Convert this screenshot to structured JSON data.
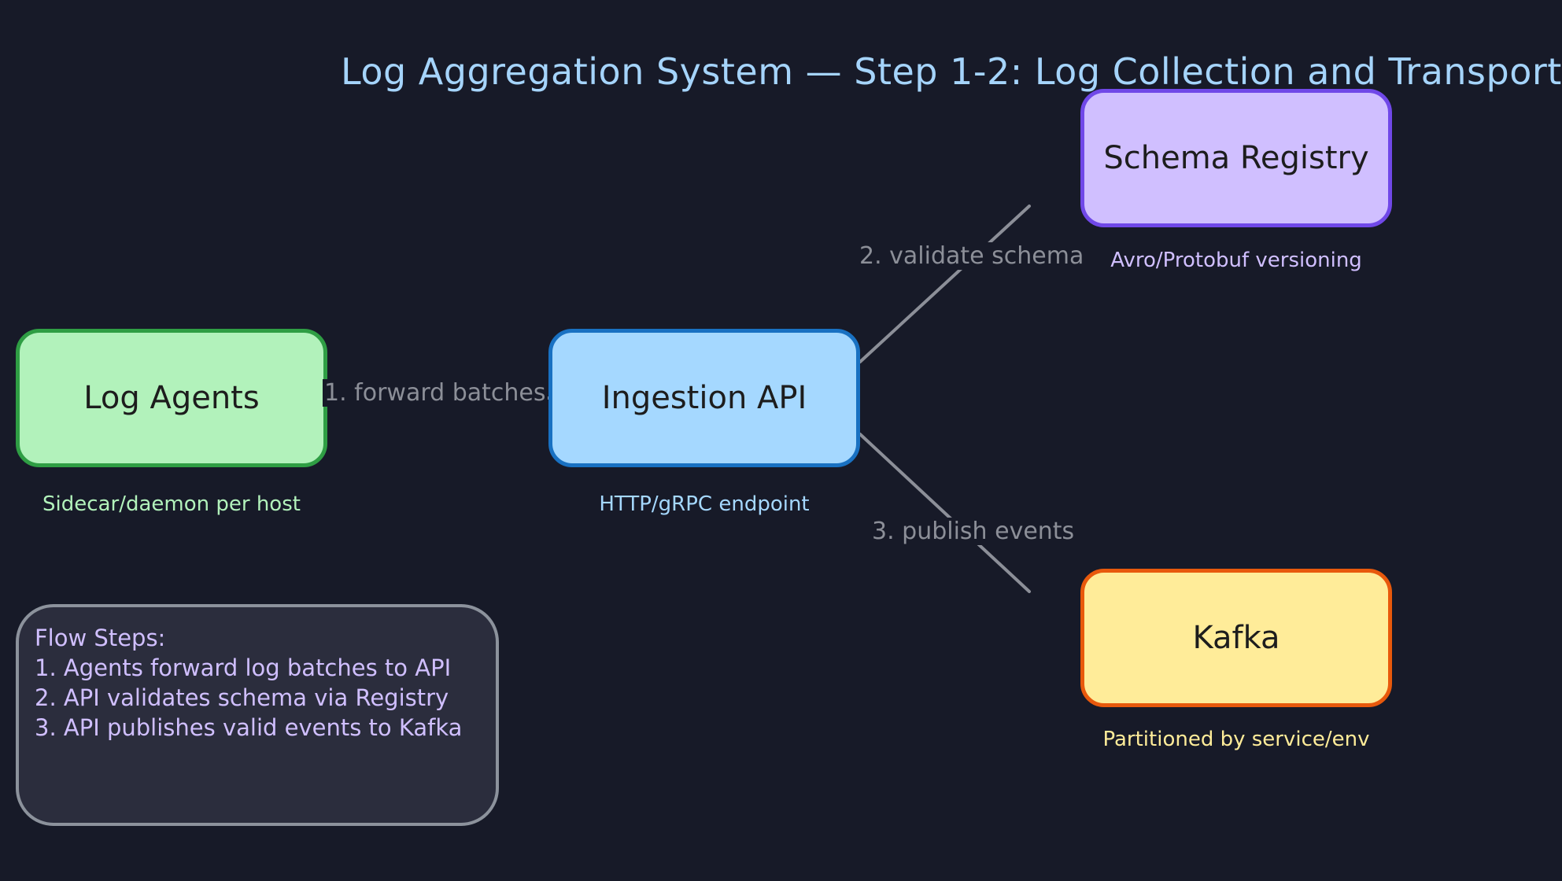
{
  "title": "Log Aggregation System — Step 1-2: Log Collection and Transport",
  "nodes": {
    "agents": {
      "label": "Log Agents",
      "caption": "Sidecar/daemon per host"
    },
    "api": {
      "label": "Ingestion API",
      "caption": "HTTP/gRPC endpoint"
    },
    "registry": {
      "label": "Schema Registry",
      "caption": "Avro/Protobuf versioning"
    },
    "kafka": {
      "label": "Kafka",
      "caption": "Partitioned by service/env"
    }
  },
  "edges": {
    "forward": "1. forward batches",
    "validate": "2. validate schema",
    "publish": "3. publish events"
  },
  "notes": {
    "heading": "Flow Steps:",
    "lines": [
      "1. Agents forward log batches to API",
      "2. API validates schema via Registry",
      "3. API publishes valid events to Kafka"
    ]
  },
  "colors": {
    "background": "#171a28",
    "title": "#a5d4fb",
    "edge": "#8c8f98",
    "agents_fill": "#b2f2bb",
    "agents_stroke": "#2f9e44",
    "api_fill": "#a5d8ff",
    "api_stroke": "#1971c2",
    "registry_fill": "#d0bfff",
    "registry_stroke": "#7048e8",
    "kafka_fill": "#ffec99",
    "kafka_stroke": "#e8590c"
  }
}
